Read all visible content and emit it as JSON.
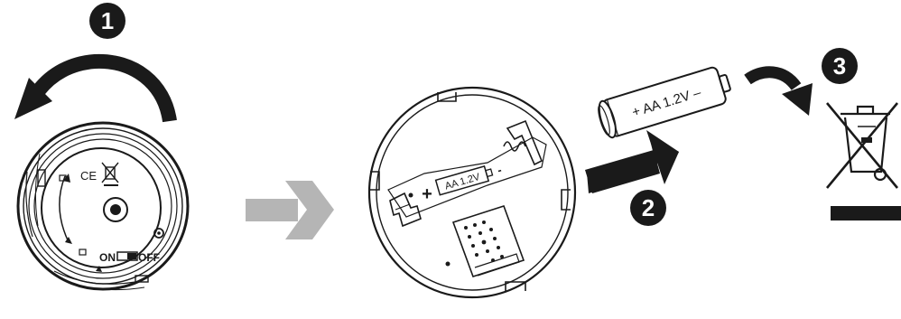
{
  "steps": [
    {
      "number": "1"
    },
    {
      "number": "2"
    },
    {
      "number": "3"
    }
  ],
  "device_back": {
    "ce_mark": "CE",
    "switch_on": "ON",
    "switch_off": "OFF"
  },
  "battery_holder": {
    "plus": "+",
    "minus": "-",
    "label": "AA 1.2V"
  },
  "battery": {
    "label": "+ AA 1.2V –"
  },
  "colors": {
    "line": "#1a1a1a",
    "transition_arrow": "#b5b5b5",
    "badge_fill": "#1a1a1a",
    "badge_text": "#ffffff"
  }
}
